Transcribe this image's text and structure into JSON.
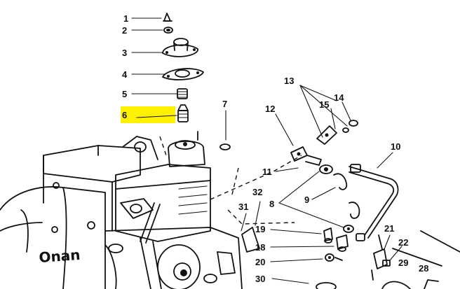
{
  "logo": {
    "text": "Onan"
  },
  "highlight_color": "#fff200",
  "ink_color": "#111111",
  "callouts": [
    {
      "id": "1",
      "label": "1"
    },
    {
      "id": "2",
      "label": "2"
    },
    {
      "id": "3",
      "label": "3"
    },
    {
      "id": "4",
      "label": "4"
    },
    {
      "id": "5",
      "label": "5"
    },
    {
      "id": "6",
      "label": "6",
      "highlighted": true
    },
    {
      "id": "7",
      "label": "7"
    },
    {
      "id": "8",
      "label": "8"
    },
    {
      "id": "9",
      "label": "9"
    },
    {
      "id": "10",
      "label": "10"
    },
    {
      "id": "11",
      "label": "11"
    },
    {
      "id": "12",
      "label": "12"
    },
    {
      "id": "13",
      "label": "13"
    },
    {
      "id": "14",
      "label": "14"
    },
    {
      "id": "15",
      "label": "15"
    },
    {
      "id": "18",
      "label": "18"
    },
    {
      "id": "19",
      "label": "19"
    },
    {
      "id": "20",
      "label": "20"
    },
    {
      "id": "21",
      "label": "21"
    },
    {
      "id": "22",
      "label": "22"
    },
    {
      "id": "28",
      "label": "28"
    },
    {
      "id": "29",
      "label": "29"
    },
    {
      "id": "30",
      "label": "30"
    },
    {
      "id": "31",
      "label": "31"
    },
    {
      "id": "32",
      "label": "32"
    }
  ]
}
